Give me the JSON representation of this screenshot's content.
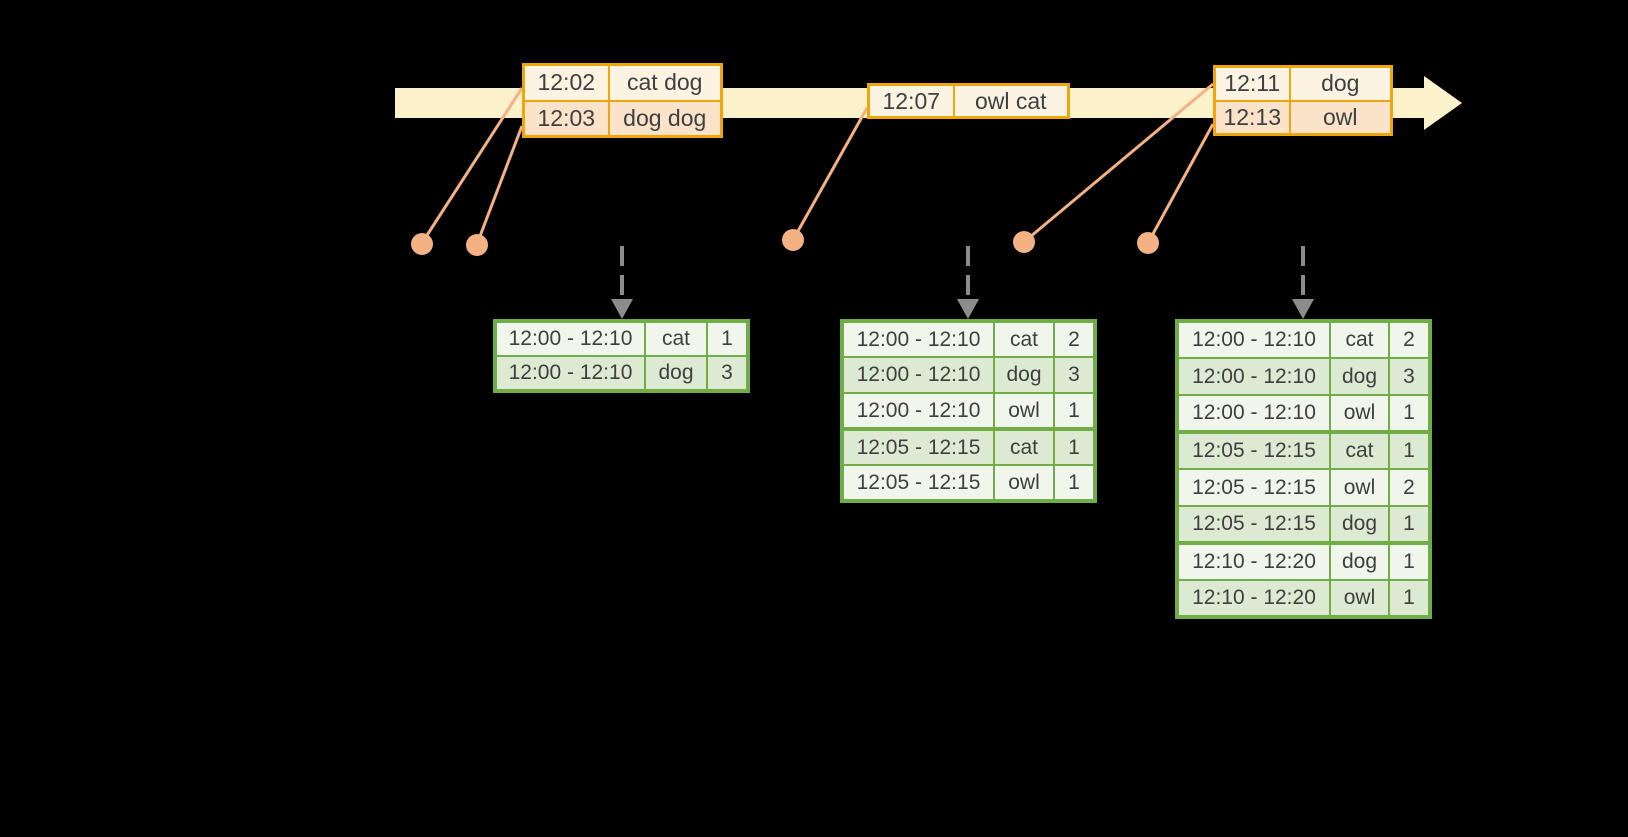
{
  "colors": {
    "background": "#000000",
    "timeline_fill": "#FBF1CB",
    "event_table_border": "#F0A50A",
    "event_row_dark": "#FAE3C8",
    "event_row_light": "#FDF3E3",
    "marker_salmon": "#F4B183",
    "result_table_border": "#70AD47",
    "result_row_dark": "#DCE9D3",
    "result_row_light": "#F1F6EC",
    "dashed_arrow_gray": "#8C8C8C",
    "text": "#3F3F3F"
  },
  "event_tables": [
    {
      "rows": [
        [
          "12:02",
          "cat dog"
        ],
        [
          "12:03",
          "dog dog"
        ]
      ]
    },
    {
      "rows": [
        [
          "12:07",
          "owl cat"
        ]
      ]
    },
    {
      "rows": [
        [
          "12:11",
          "dog"
        ],
        [
          "12:13",
          "owl"
        ]
      ]
    }
  ],
  "result_tables": [
    {
      "rows": [
        [
          "12:00 - 12:10",
          "cat",
          "1"
        ],
        [
          "12:00 - 12:10",
          "dog",
          "3"
        ]
      ],
      "group_breaks": []
    },
    {
      "rows": [
        [
          "12:00 - 12:10",
          "cat",
          "2"
        ],
        [
          "12:00 - 12:10",
          "dog",
          "3"
        ],
        [
          "12:00 - 12:10",
          "owl",
          "1"
        ],
        [
          "12:05 - 12:15",
          "cat",
          "1"
        ],
        [
          "12:05 - 12:15",
          "owl",
          "1"
        ]
      ],
      "group_breaks": [
        3
      ]
    },
    {
      "rows": [
        [
          "12:00 - 12:10",
          "cat",
          "2"
        ],
        [
          "12:00 - 12:10",
          "dog",
          "3"
        ],
        [
          "12:00 - 12:10",
          "owl",
          "1"
        ],
        [
          "12:05 - 12:15",
          "cat",
          "1"
        ],
        [
          "12:05 - 12:15",
          "owl",
          "2"
        ],
        [
          "12:05 - 12:15",
          "dog",
          "1"
        ],
        [
          "12:10 - 12:20",
          "dog",
          "1"
        ],
        [
          "12:10 - 12:20",
          "owl",
          "1"
        ]
      ],
      "group_breaks": [
        3,
        6
      ]
    }
  ]
}
